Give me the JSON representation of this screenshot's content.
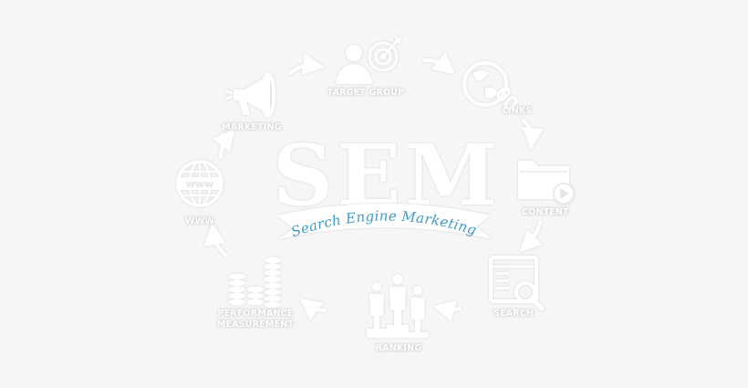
{
  "center": {
    "title": "SEM",
    "subtitle": "Search Engine Marketing"
  },
  "nodes": [
    {
      "id": "target-group",
      "label": "TARGET GROUP",
      "icon": "target-group-icon"
    },
    {
      "id": "links",
      "label": "LINKS",
      "icon": "globe-link-icon"
    },
    {
      "id": "content",
      "label": "CONTENT",
      "icon": "folder-play-icon"
    },
    {
      "id": "search",
      "label": "SEARCH",
      "icon": "search-window-icon"
    },
    {
      "id": "ranking",
      "label": "RANKING",
      "icon": "podium-people-icon"
    },
    {
      "id": "performance",
      "label_line1": "PERFORMANCE",
      "label_line2": "MEASUREMENT",
      "icon": "coin-stacks-icon"
    },
    {
      "id": "www",
      "label": "WWW",
      "icon": "www-globe-icon"
    },
    {
      "id": "marketing",
      "label": "MARKETING",
      "icon": "megaphone-icon"
    }
  ],
  "colors": {
    "background": "#f6f6f6",
    "foreground": "#ffffff",
    "banner_text": "#3f9bc9"
  }
}
